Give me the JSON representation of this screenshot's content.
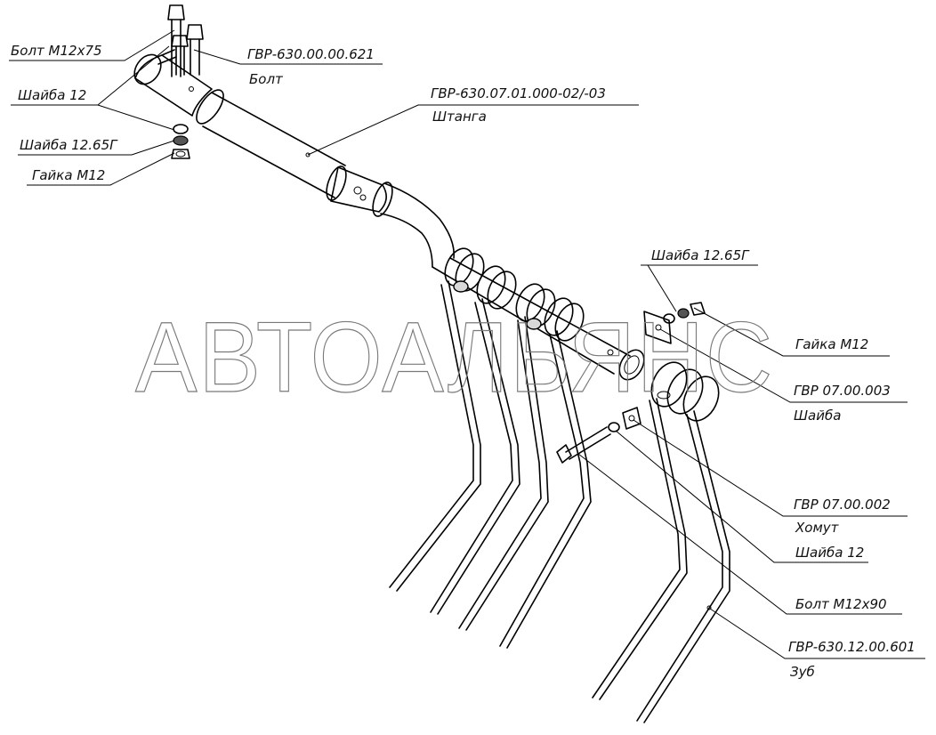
{
  "watermark": "АВТОАЛЬЯНС",
  "labels": {
    "bolt_m12x75": "Болт М12х75",
    "washer_12_top": "Шайба 12",
    "washer_1265g_top": "Шайба 12.65Г",
    "nut_m12_top": "Гайка М12",
    "bolt_code": "ГВР-630.00.00.621",
    "bolt_name": "Болт",
    "rod_code": "ГВР-630.07.01.000-02/-03",
    "rod_name": "Штанга",
    "washer_1265g_right": "Шайба 12.65Г",
    "nut_m12_right": "Гайка М12",
    "washer_code": "ГВР 07.00.003",
    "washer_name": "Шайба",
    "clamp_code": "ГВР 07.00.002",
    "clamp_name": "Хомут",
    "washer_12_right": "Шайба 12",
    "bolt_m12x90": "Болт М12х90",
    "tooth_code": "ГВР-630.12.00.601",
    "tooth_name": "Зуб"
  },
  "colors": {
    "line": "#000000",
    "watermark": "#7a7a7a",
    "background": "#ffffff"
  }
}
